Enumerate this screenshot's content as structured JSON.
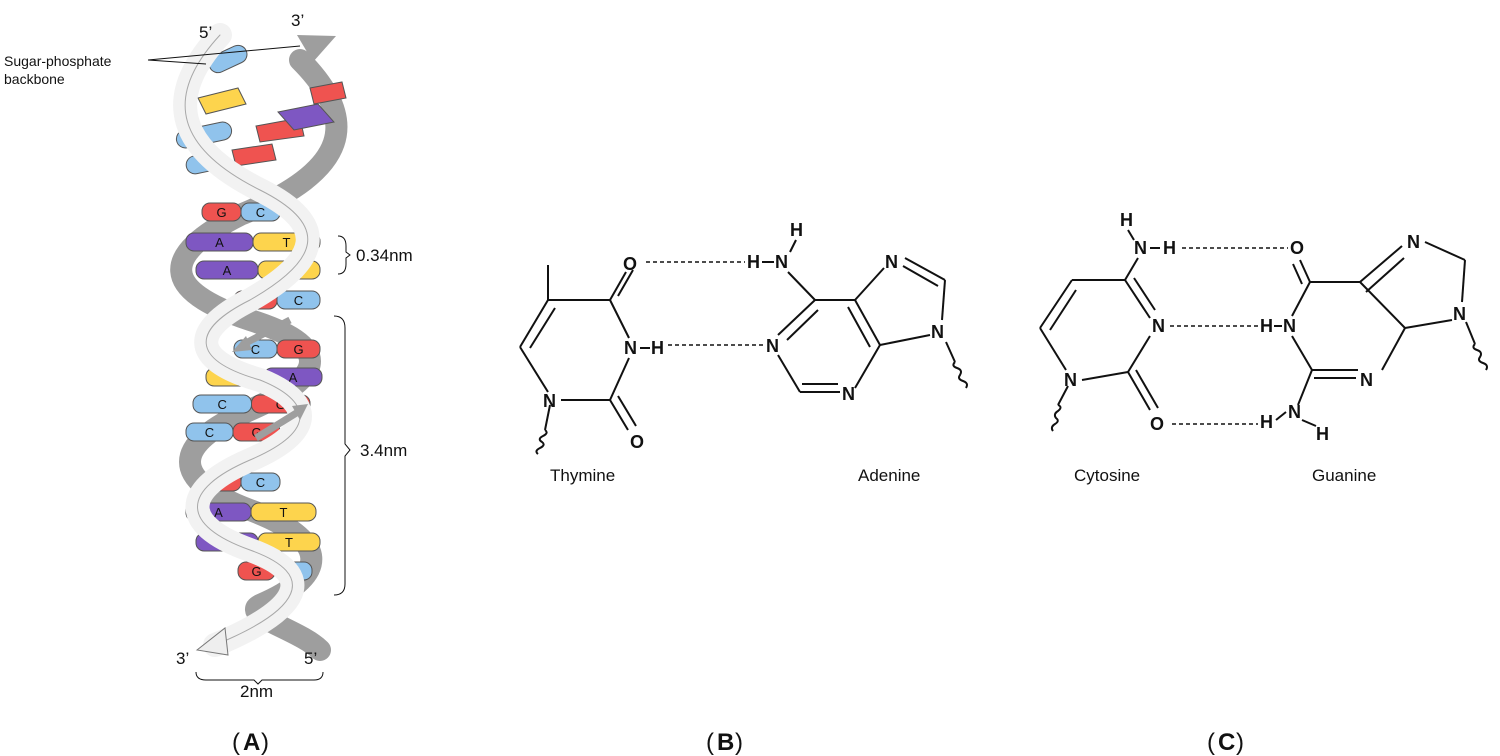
{
  "panel_a": {
    "label_open": "(",
    "label_letter": "A",
    "label_close": ")",
    "backbone_label_line1": "Sugar-phosphate",
    "backbone_label_line2": "backbone",
    "top_left_end": "5’",
    "top_right_end": "3’",
    "bottom_left_end": "3’",
    "bottom_right_end": "5’",
    "rise_label": "0.34nm",
    "pitch_label": "3.4nm",
    "width_label": "2nm",
    "colors": {
      "guanine": "#ef5350",
      "cytosine": "#90c3ec",
      "adenine": "#7e57c2",
      "thymine": "#fdd44d",
      "backbone_front": "#eeeeee",
      "backbone_back": "#9e9e9e"
    },
    "base_pairs": [
      {
        "left": "G",
        "right": "C"
      },
      {
        "left": "A",
        "right": "T"
      },
      {
        "left": "A",
        "right": "T"
      },
      {
        "left": "G",
        "right": "C"
      },
      {
        "left": "C",
        "right": "G"
      },
      {
        "left": "T",
        "right": "A"
      },
      {
        "left": "C",
        "right": "G"
      },
      {
        "left": "C",
        "right": "G"
      },
      {
        "left": "G",
        "right": "C"
      },
      {
        "left": "A",
        "right": "T"
      },
      {
        "left": "A",
        "right": "T"
      },
      {
        "left": "G",
        "right": "C"
      }
    ]
  },
  "panel_b": {
    "label_open": "(",
    "label_letter": "B",
    "label_close": ")",
    "left_molecule": "Thymine",
    "right_molecule": "Adenine",
    "atoms": {
      "t_o_top": "O",
      "t_n3": "N",
      "t_h3": "H",
      "t_n1": "N",
      "t_o_bot": "O",
      "a_n6": "N",
      "a_h6a": "H",
      "a_h6b": "H",
      "a_n1": "N",
      "a_n3": "N",
      "a_n7": "N",
      "a_n9": "N"
    }
  },
  "panel_c": {
    "label_open": "(",
    "label_letter": "C",
    "label_close": ")",
    "left_molecule": "Cytosine",
    "right_molecule": "Guanine",
    "atoms": {
      "c_n4": "N",
      "c_h4a": "H",
      "c_h4b": "H",
      "c_n3": "N",
      "c_n1": "N",
      "c_o2": "O",
      "g_o6": "O",
      "g_n1": "N",
      "g_h1": "H",
      "g_n2": "N",
      "g_h2a": "H",
      "g_h2b": "H",
      "g_n3": "N",
      "g_n7": "N",
      "g_n9": "N"
    }
  }
}
